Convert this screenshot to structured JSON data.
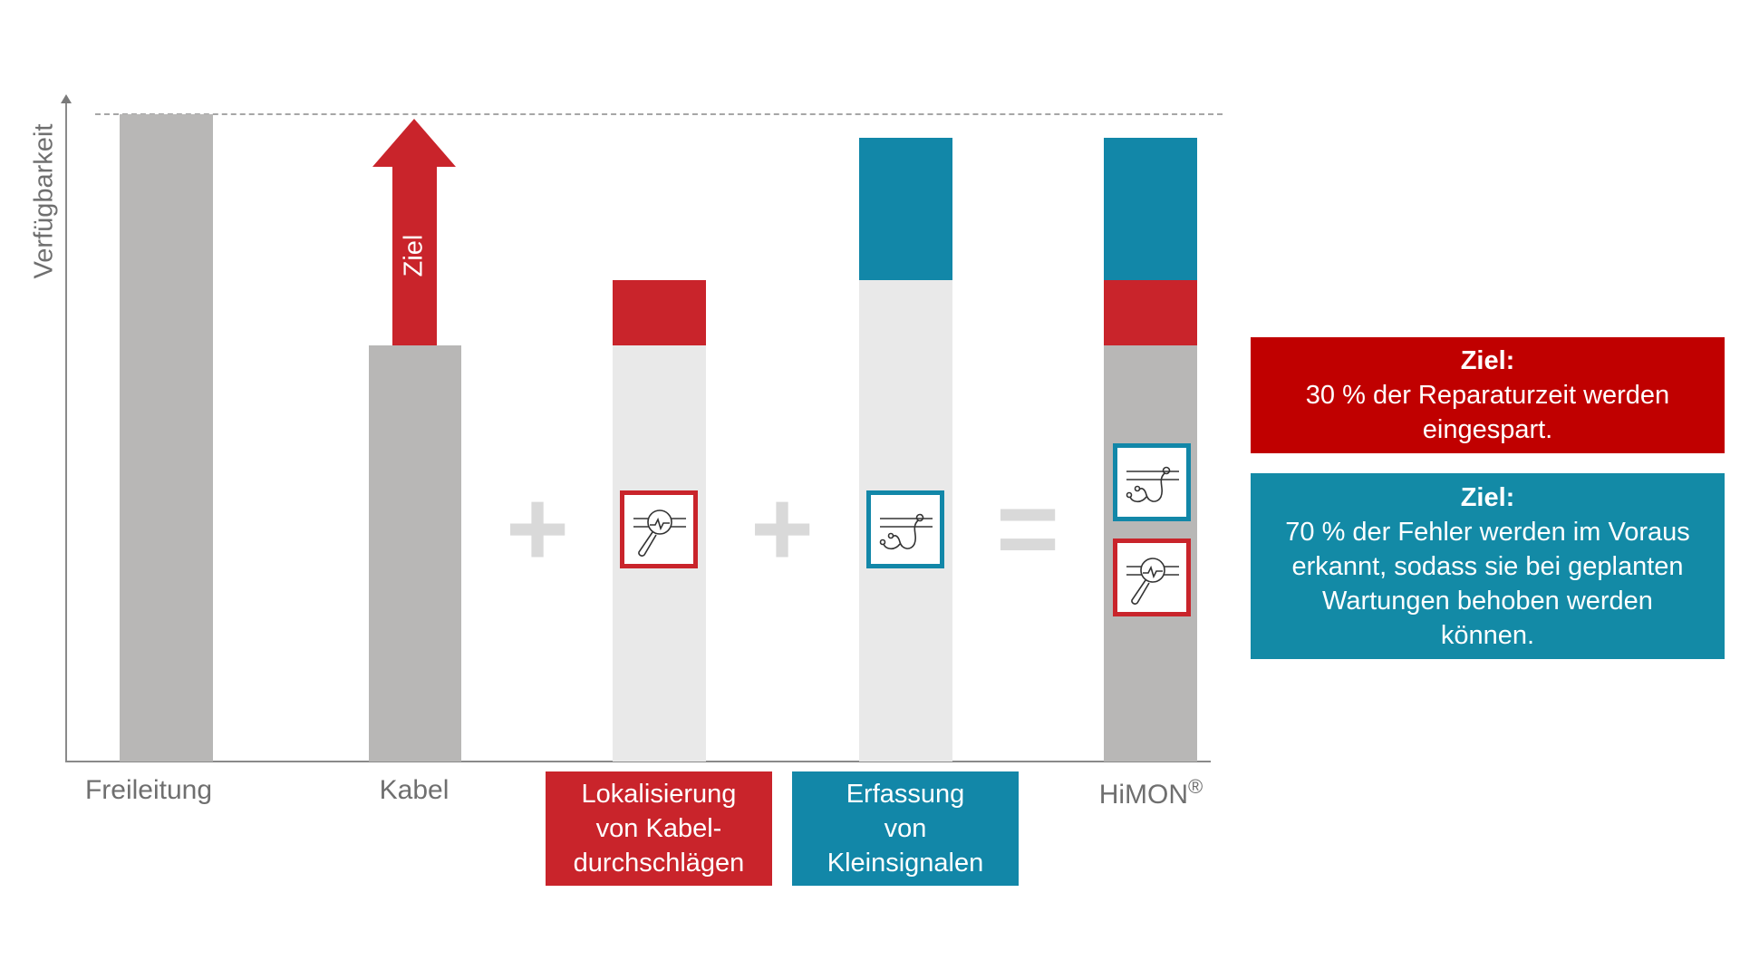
{
  "axis": {
    "y_label": "Verfügbarkeit"
  },
  "categories": [
    {
      "label": "Freileitung"
    },
    {
      "label": "Kabel",
      "arrow_label": "Ziel"
    },
    {
      "label": "Lokalisierung von Kabel- durchschlägen",
      "label_lines": [
        "Lokalisierung",
        "von Kabel-",
        "durchschlägen"
      ]
    },
    {
      "label": "Erfassung von Kleinsignalen",
      "label_lines": [
        "Erfassung",
        "von",
        "Kleinsignalen"
      ]
    },
    {
      "label": "HiMON",
      "reg": "®"
    }
  ],
  "operators": [
    "+",
    "+",
    "="
  ],
  "callouts": [
    {
      "title": "Ziel:",
      "lines": [
        "30 % der Reparaturzeit werden",
        "eingespart."
      ]
    },
    {
      "title": "Ziel:",
      "lines": [
        "70 % der Fehler werden im Voraus",
        "erkannt, sodass sie bei geplanten",
        "Wartungen behoben werden",
        "können."
      ]
    }
  ],
  "colors": {
    "red": "#c9242b",
    "teal": "#1287a8",
    "callout_red": "#c00000",
    "callout_teal": "#138aa6",
    "gray": "#b8b7b6",
    "light": "#e9e9e9"
  }
}
